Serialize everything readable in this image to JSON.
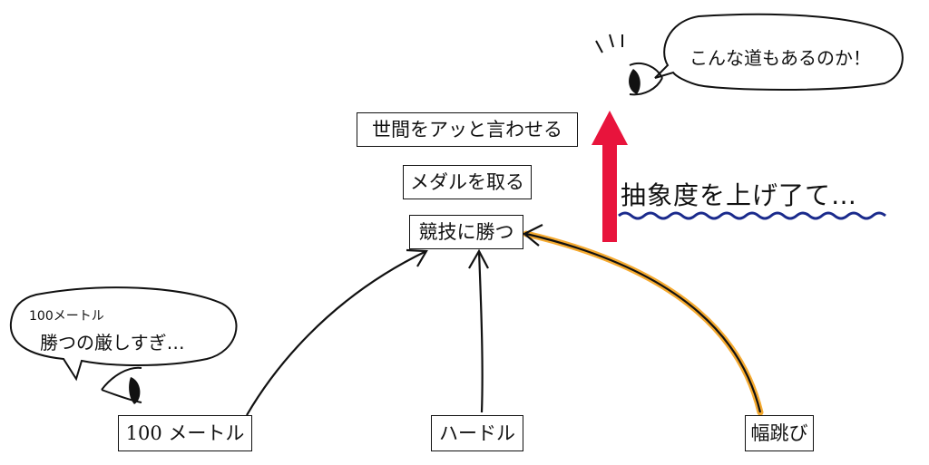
{
  "diagram": {
    "goals": {
      "world": "世間をアッと言わせる",
      "medal": "メダルを取る",
      "win": "競技に勝つ"
    },
    "events": {
      "sprint": "100 メートル",
      "hurdles": "ハードル",
      "long_jump": "幅跳び"
    },
    "bubbles": {
      "left_line1": "100メートル",
      "left_line2": "勝つの厳しすぎ…",
      "right": "こんな道もあるのか！"
    },
    "abstraction_note": "抽象度を上げ了て…",
    "colors": {
      "up_arrow": "#e8143c",
      "wavy_underline": "#1a2a8c",
      "highlight_path": "#f4a11a"
    }
  }
}
